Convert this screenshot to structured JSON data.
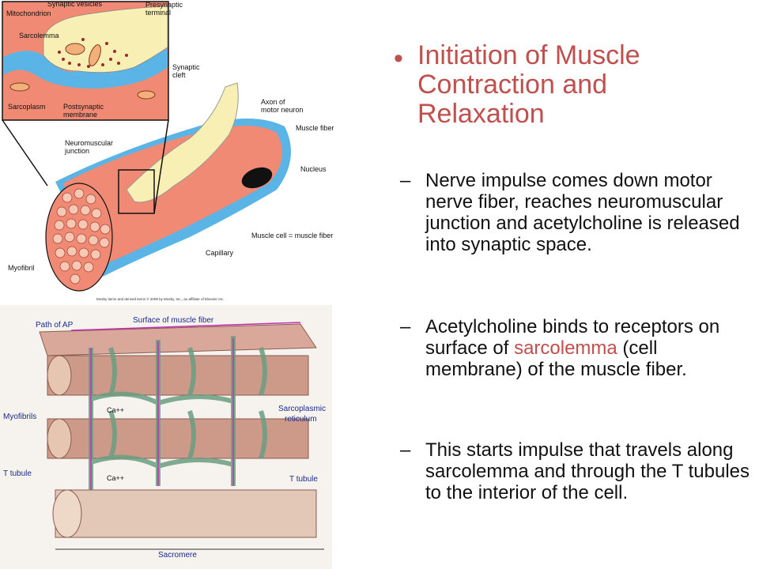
{
  "title": "Initiation of Muscle Contraction and Relaxation",
  "bullet_glyph": "•",
  "dash": "–",
  "points": [
    {
      "text": "Nerve impulse comes down motor nerve fiber, reaches neuromuscular junction and acetylcholine is released into synaptic space."
    },
    {
      "pre": "Acetylcholine binds to receptors on surface of ",
      "highlight": "sarcolemma",
      "post": " (cell membrane) of the muscle fiber."
    },
    {
      "text": "This starts impulse that travels along sarcolemma and through the T tubules to the interior of the cell."
    }
  ],
  "colors": {
    "title": "#c0504d",
    "highlight": "#c0504d",
    "body": "#111111"
  },
  "figure_top": {
    "labels": {
      "synaptic_vesicles": "Synaptic vesicles",
      "mitochondrion": "Mitochondrion",
      "presynaptic_terminal_1": "Presynaptic",
      "presynaptic_terminal_2": "terminal",
      "sarcolemma": "Sarcolemma",
      "synaptic_cleft_1": "Synaptic",
      "synaptic_cleft_2": "cleft",
      "sarcoplasm": "Sarcoplasm",
      "postsynaptic_1": "Postsynaptic",
      "postsynaptic_2": "membrane",
      "axon_1": "Axon of",
      "axon_2": "motor neuron",
      "muscle_fiber": "Muscle fiber",
      "nmj_1": "Neuromuscular",
      "nmj_2": "junction",
      "nucleus": "Nucleus",
      "muscle_cell": "Muscle cell = muscle fiber",
      "capillary": "Capillary",
      "myofibril": "Myofibril",
      "credit": "Mosby items and derived items © 2008 by Mosby, Inc., an affiliate of Elsevier Inc."
    }
  },
  "figure_bottom": {
    "labels": {
      "path_of_ap": "Path of AP",
      "surface": "Surface of muscle fiber",
      "myofibrils": "Myofibrils",
      "ca1": "Ca++",
      "ca2": "Ca++",
      "sr_1": "Sarcoplasmic",
      "sr_2": "reticulum",
      "t_tubule_left": "T tubule",
      "t_tubule_right": "T tubule",
      "sacromere": "Sacromere"
    }
  }
}
